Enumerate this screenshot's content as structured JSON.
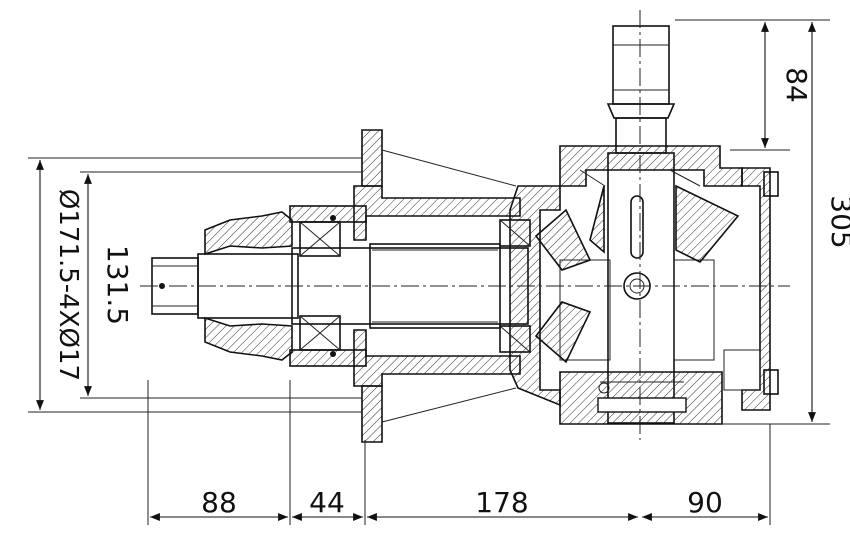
{
  "dimensions": {
    "top_height": "84",
    "total_height": "305",
    "flange_diameter": "Ø171.5-4XØ17",
    "pilot_diameter": "131.5",
    "length_input_shaft": "88",
    "length_flange": "44",
    "length_body": "178",
    "length_output_side": "90"
  }
}
